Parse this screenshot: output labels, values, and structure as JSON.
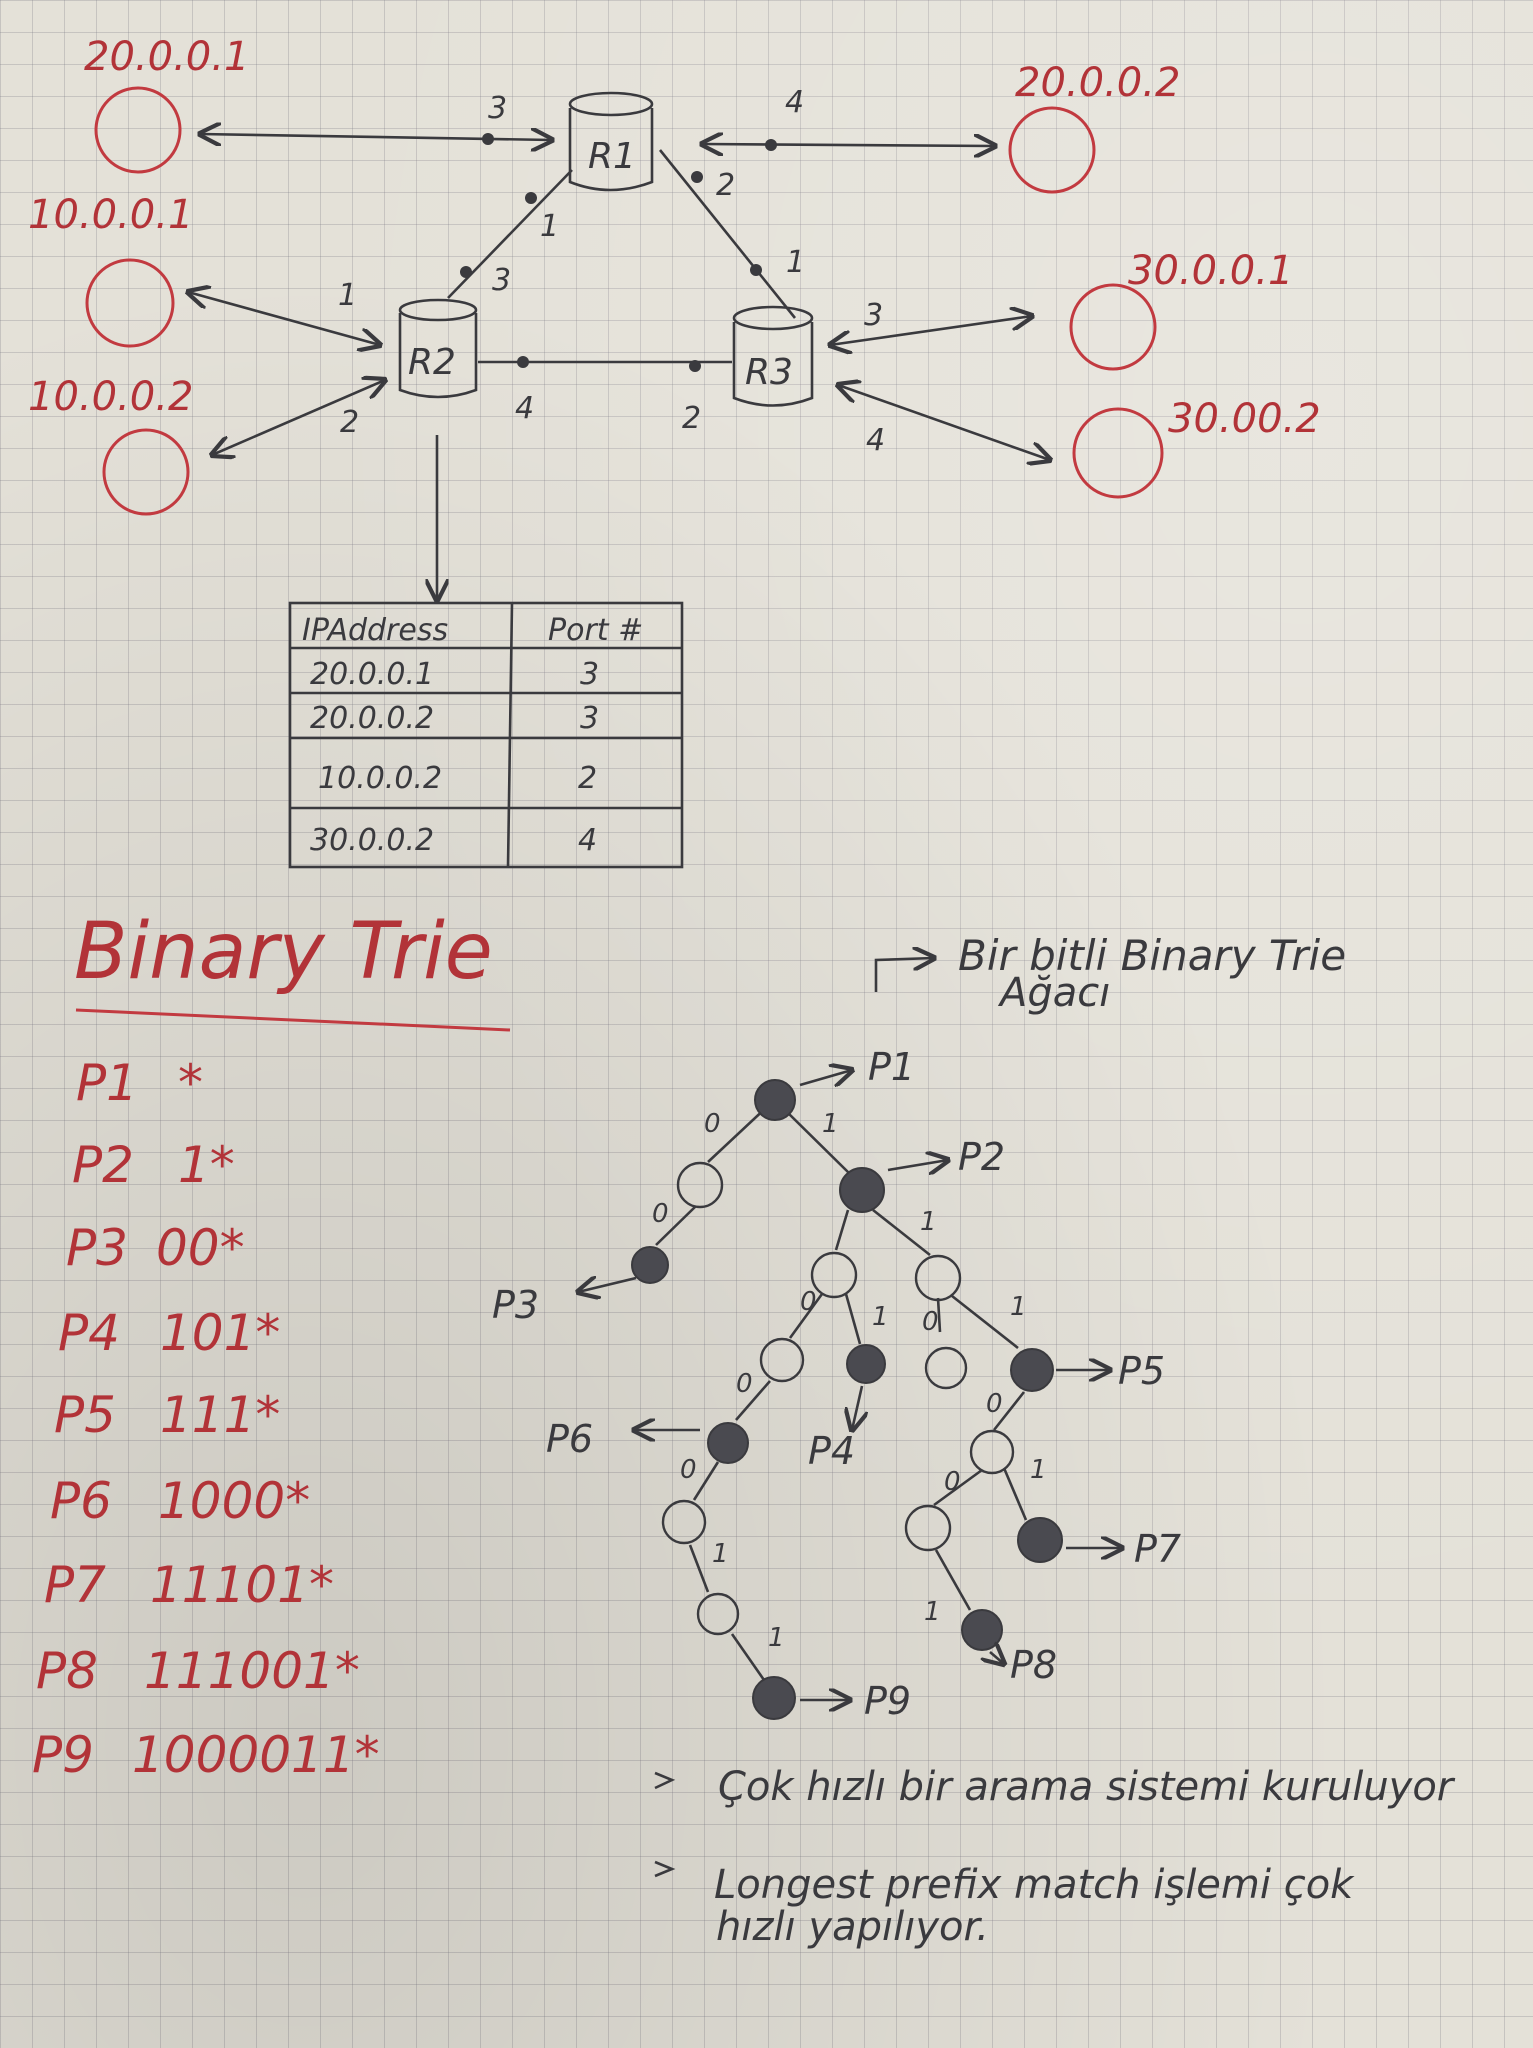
{
  "network": {
    "routers": [
      "R1",
      "R2",
      "R3"
    ],
    "hosts": [
      "20.0.0.1",
      "20.0.0.2",
      "10.0.0.1",
      "10.0.0.2",
      "30.0.0.1",
      "30.00.2"
    ],
    "ports": {
      "r1_left": "3",
      "r1_right": "4",
      "r1_r2": "1",
      "r1_r3": "2",
      "r2_r1": "3",
      "r2_h1": "1",
      "r2_h2": "2",
      "r2_r3": "4",
      "r3_r1": "1",
      "r3_r2": "2",
      "r3_h1": "3",
      "r3_h2": "4"
    }
  },
  "table": {
    "headers": [
      "IPAddress",
      "Port #"
    ],
    "rows": [
      [
        "20.0.0.1",
        "3"
      ],
      [
        "20.0.0.2",
        "3"
      ],
      [
        "10.0.0.2",
        "2"
      ],
      [
        "30.0.0.2",
        "4"
      ]
    ]
  },
  "trie": {
    "title": "Binary Trie",
    "prefixes": [
      {
        "name": "P1",
        "bits": "*"
      },
      {
        "name": "P2",
        "bits": "1*"
      },
      {
        "name": "P3",
        "bits": "00*"
      },
      {
        "name": "P4",
        "bits": "101*"
      },
      {
        "name": "P5",
        "bits": "111*"
      },
      {
        "name": "P6",
        "bits": "1000*"
      },
      {
        "name": "P7",
        "bits": "11101*"
      },
      {
        "name": "P8",
        "bits": "111001*"
      },
      {
        "name": "P9",
        "bits": "1000011*"
      }
    ],
    "caption_line1": "Bir bitli Binary Trie",
    "caption_line2": "Ağacı",
    "labels": {
      "p1": "P1",
      "p2": "P2",
      "p3": "P3",
      "p4": "P4",
      "p5": "P5",
      "p6": "P6",
      "p7": "P7",
      "p8": "P8",
      "p9": "P9"
    },
    "edge0": "0",
    "edge1": "1"
  },
  "notes": [
    "Çok hızlı bir arama sistemi kuruluyor",
    "Longest prefix match işlemi çok",
    "hızlı yapılıyor."
  ],
  "colors": {
    "ink": "#3a3a3e",
    "red": "#b23338",
    "paper": "#e4e1d8"
  }
}
